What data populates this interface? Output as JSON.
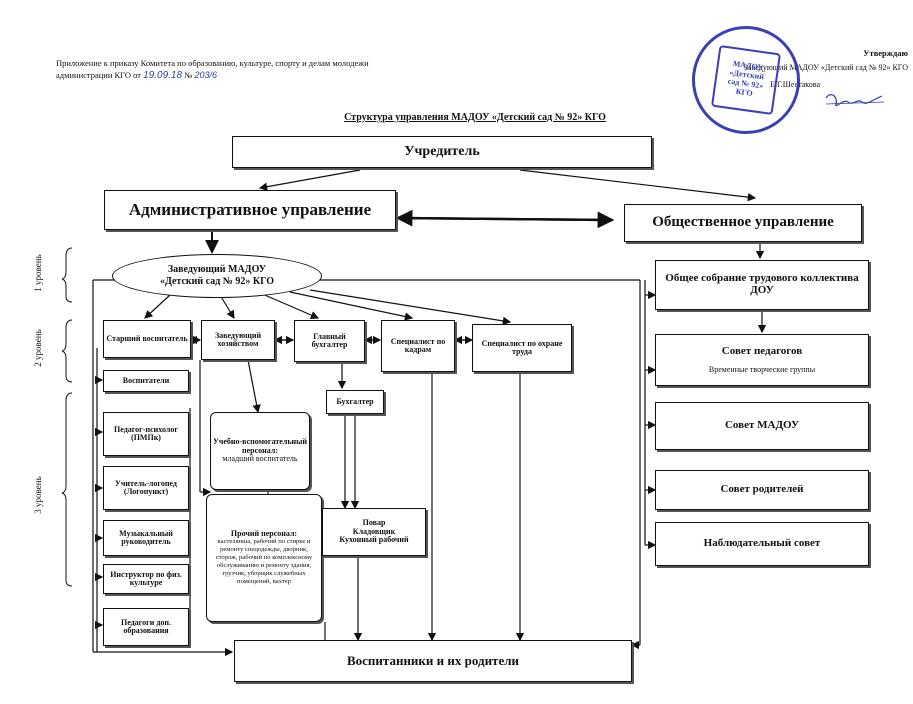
{
  "header": {
    "appendix_line1": "Приложение к приказу Комитета по образованию, культуре, спорту и делам молодежи",
    "appendix_line2_prefix": "администрации КГО от",
    "appendix_date": "19.09.18",
    "appendix_no_label": "№",
    "appendix_number": "203/6",
    "approved_title": "Утверждаю",
    "approved_line": "Заведующий МАДОУ «Детский сад № 92» КГО",
    "approved_name": "Е.Г.Шестакова"
  },
  "stamp": {
    "line1": "МАДОУ",
    "line2": "«Детский",
    "line3": "сад № 92»",
    "line4": "КГО"
  },
  "title": "Структура управления МАДОУ «Детский сад № 92» КГО",
  "founder": "Учредитель",
  "admin_management": "Административное управление",
  "public_management": "Общественное управление",
  "levels": {
    "level1": "1 уровень",
    "level2": "2 уровень",
    "level3": "3 уровень"
  },
  "head": {
    "line1": "Заведующий МАДОУ",
    "line2": "«Детский сад № 92» КГО"
  },
  "level2_boxes": {
    "senior_teacher": "Старший воспитатель",
    "supply_manager": "Заведующий хозяйством",
    "chief_accountant": "Главный бухгалтер",
    "hr_specialist": "Специалист по кадрам",
    "labor_specialist": "Специалист по охране труда"
  },
  "accountant": "Бухгалтер",
  "level3_left": [
    "Воспитатели",
    "Педагог-психолог (ПМПк)",
    "Учитель-логопед (Логопункт)",
    "Музыкальный руководитель",
    "Инструктор по физ. культуре",
    "Педагоги доп. образования"
  ],
  "educational_support": {
    "line1": "Учебно-вспомогательный персонал:",
    "line2": "младший воспитатель"
  },
  "other_staff": {
    "title": "Прочий персонал:",
    "text": "кастелянша, рабочий по стирке и ремонту спецодежды, дворник, сторож, рабочий по комплексному обслуживанию и ремонту здания, грузчик, уборщик служебных помещений, вахтер"
  },
  "kitchen": {
    "line1": "Повар",
    "line2": "Кладовщик",
    "line3": "Кухонный рабочий"
  },
  "public_bodies": {
    "general_meeting": "Общее собрание трудового коллектива ДОУ",
    "teachers_council": "Совет педагогов",
    "creative_groups": "Временные творческие группы",
    "madou_council": "Совет МАДОУ",
    "parents_council": "Совет родителей",
    "supervisory_board": "Наблюдательный совет"
  },
  "pupils": "Воспитанники и их родители"
}
